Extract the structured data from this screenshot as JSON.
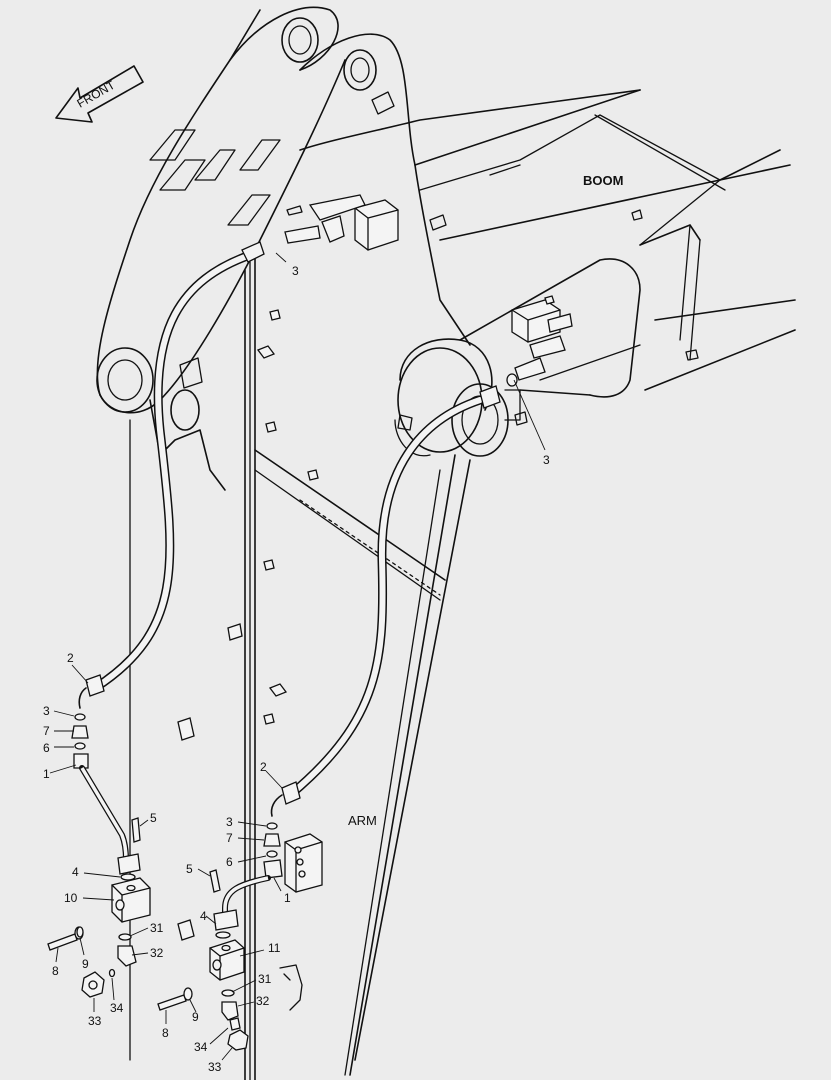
{
  "labels": {
    "front": "FRONT",
    "boom": "BOOM",
    "arm": "ARM"
  },
  "callouts": {
    "c3_top": "3",
    "c3_right": "3",
    "c2_left": "2",
    "c3_left": "3",
    "c7_left": "7",
    "c6_left": "6",
    "c1_left": "1",
    "c5_left": "5",
    "c4_left": "4",
    "c10": "10",
    "c31_left": "31",
    "c32_left": "32",
    "c8_left": "8",
    "c9_left": "9",
    "c33_left": "33",
    "c34_left": "34",
    "c2_right": "2",
    "c3_mid": "3",
    "c7_mid": "7",
    "c6_mid": "6",
    "c5_mid": "5",
    "c1_mid": "1",
    "c4_mid": "4",
    "c11": "11",
    "c31_mid": "31",
    "c32_mid": "32",
    "c8_mid": "8",
    "c9_mid": "9",
    "c34_mid": "34",
    "c33_mid": "33"
  }
}
